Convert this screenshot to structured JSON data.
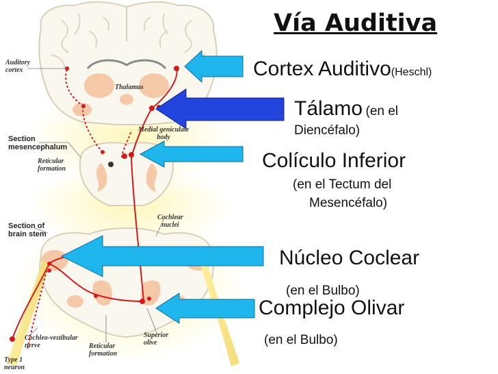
{
  "title": "Vía Auditiva",
  "labels": {
    "cortex_main": "Cortex Auditivo",
    "cortex_sub": "(Heschl)",
    "talamo_main": "Tálamo",
    "talamo_sub1": "(en el",
    "talamo_sub2": "Diencéfalo)",
    "coliculo_main": "Colículo Inferior",
    "coliculo_sub1": "(en el Tectum del",
    "coliculo_sub2": "Mesencéfalo)",
    "nucleo_main": "Núcleo Coclear",
    "nucleo_sub": "(en el Bulbo)",
    "complejo_main": "Complejo Olivar",
    "complejo_sub": "(en el Bulbo)"
  },
  "anatomy_labels": {
    "auditory_cortex": [
      "Auditory",
      "cortex"
    ],
    "thalamus": "Thalamus",
    "medial_geniculate": [
      "Medial geniculate",
      "body"
    ],
    "section_mesencephalum": [
      "Section",
      "mesencephalum"
    ],
    "reticular_formation_top": [
      "Reticular",
      "formation"
    ],
    "section_brain_stem": [
      "Section of",
      "brain stem"
    ],
    "cochlear_nuclei": [
      "Cochlear",
      "nuclei"
    ],
    "cochleo_vestibular_nerve": [
      "Cochleo-vestibular",
      "nerve"
    ],
    "reticular_formation_bottom": [
      "Reticular",
      "formation"
    ],
    "superior_olive": [
      "Superior",
      "olive"
    ],
    "type1_neuron": [
      "Type 1",
      "neuron"
    ]
  },
  "colors": {
    "arrow_light": "#1fb6ee",
    "arrow_dark": "#2244dd",
    "pathway": "#d21a1a",
    "nucleus": "#f5c9a8",
    "brain_tissue": "#faf7ef",
    "glow": "#fff3a8"
  }
}
